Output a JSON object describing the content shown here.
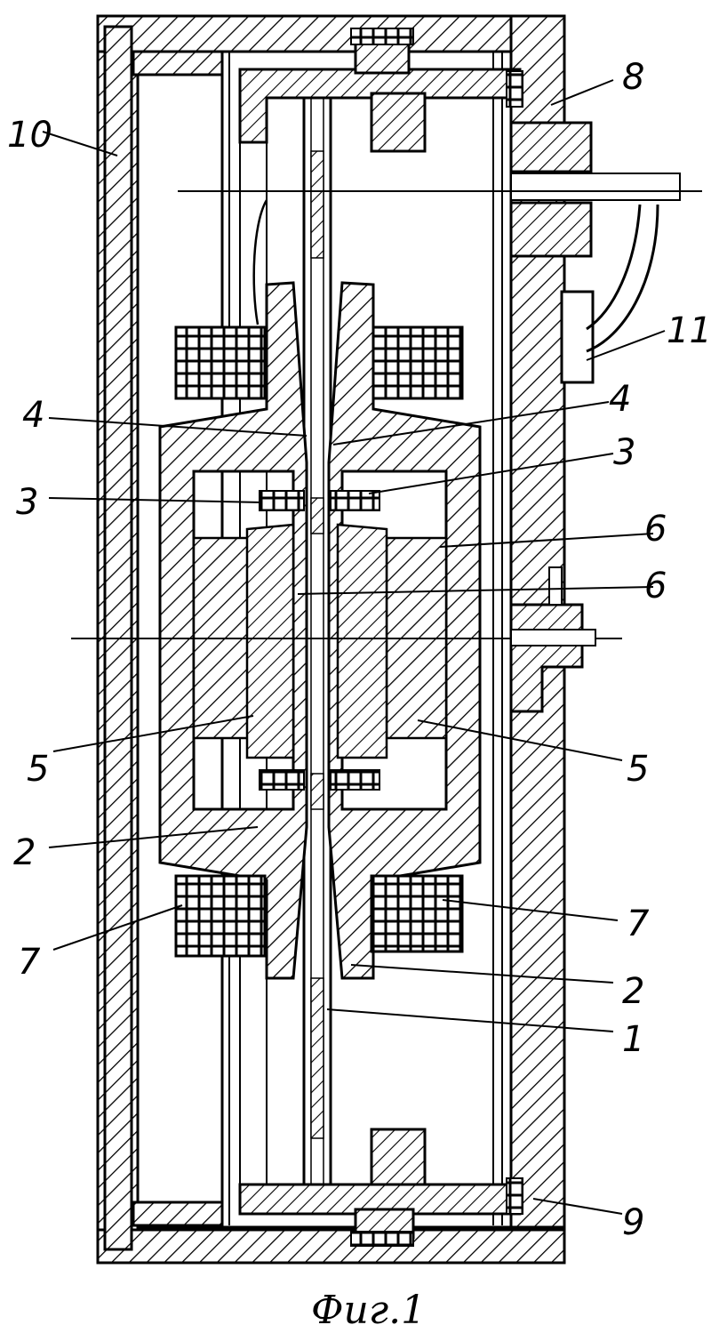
{
  "figure": {
    "caption": "Фиг.1",
    "ink_color": "#000000",
    "paper_color": "#ffffff"
  },
  "labels": {
    "l1": "1",
    "l2a": "2",
    "l2b": "2",
    "l3a": "3",
    "l3b": "3",
    "l4a": "4",
    "l4b": "4",
    "l5a": "5",
    "l5b": "5",
    "l6a": "6",
    "l6b": "6",
    "l7a": "7",
    "l7b": "7",
    "l8": "8",
    "l9": "9",
    "l10": "10",
    "l11": "11"
  }
}
